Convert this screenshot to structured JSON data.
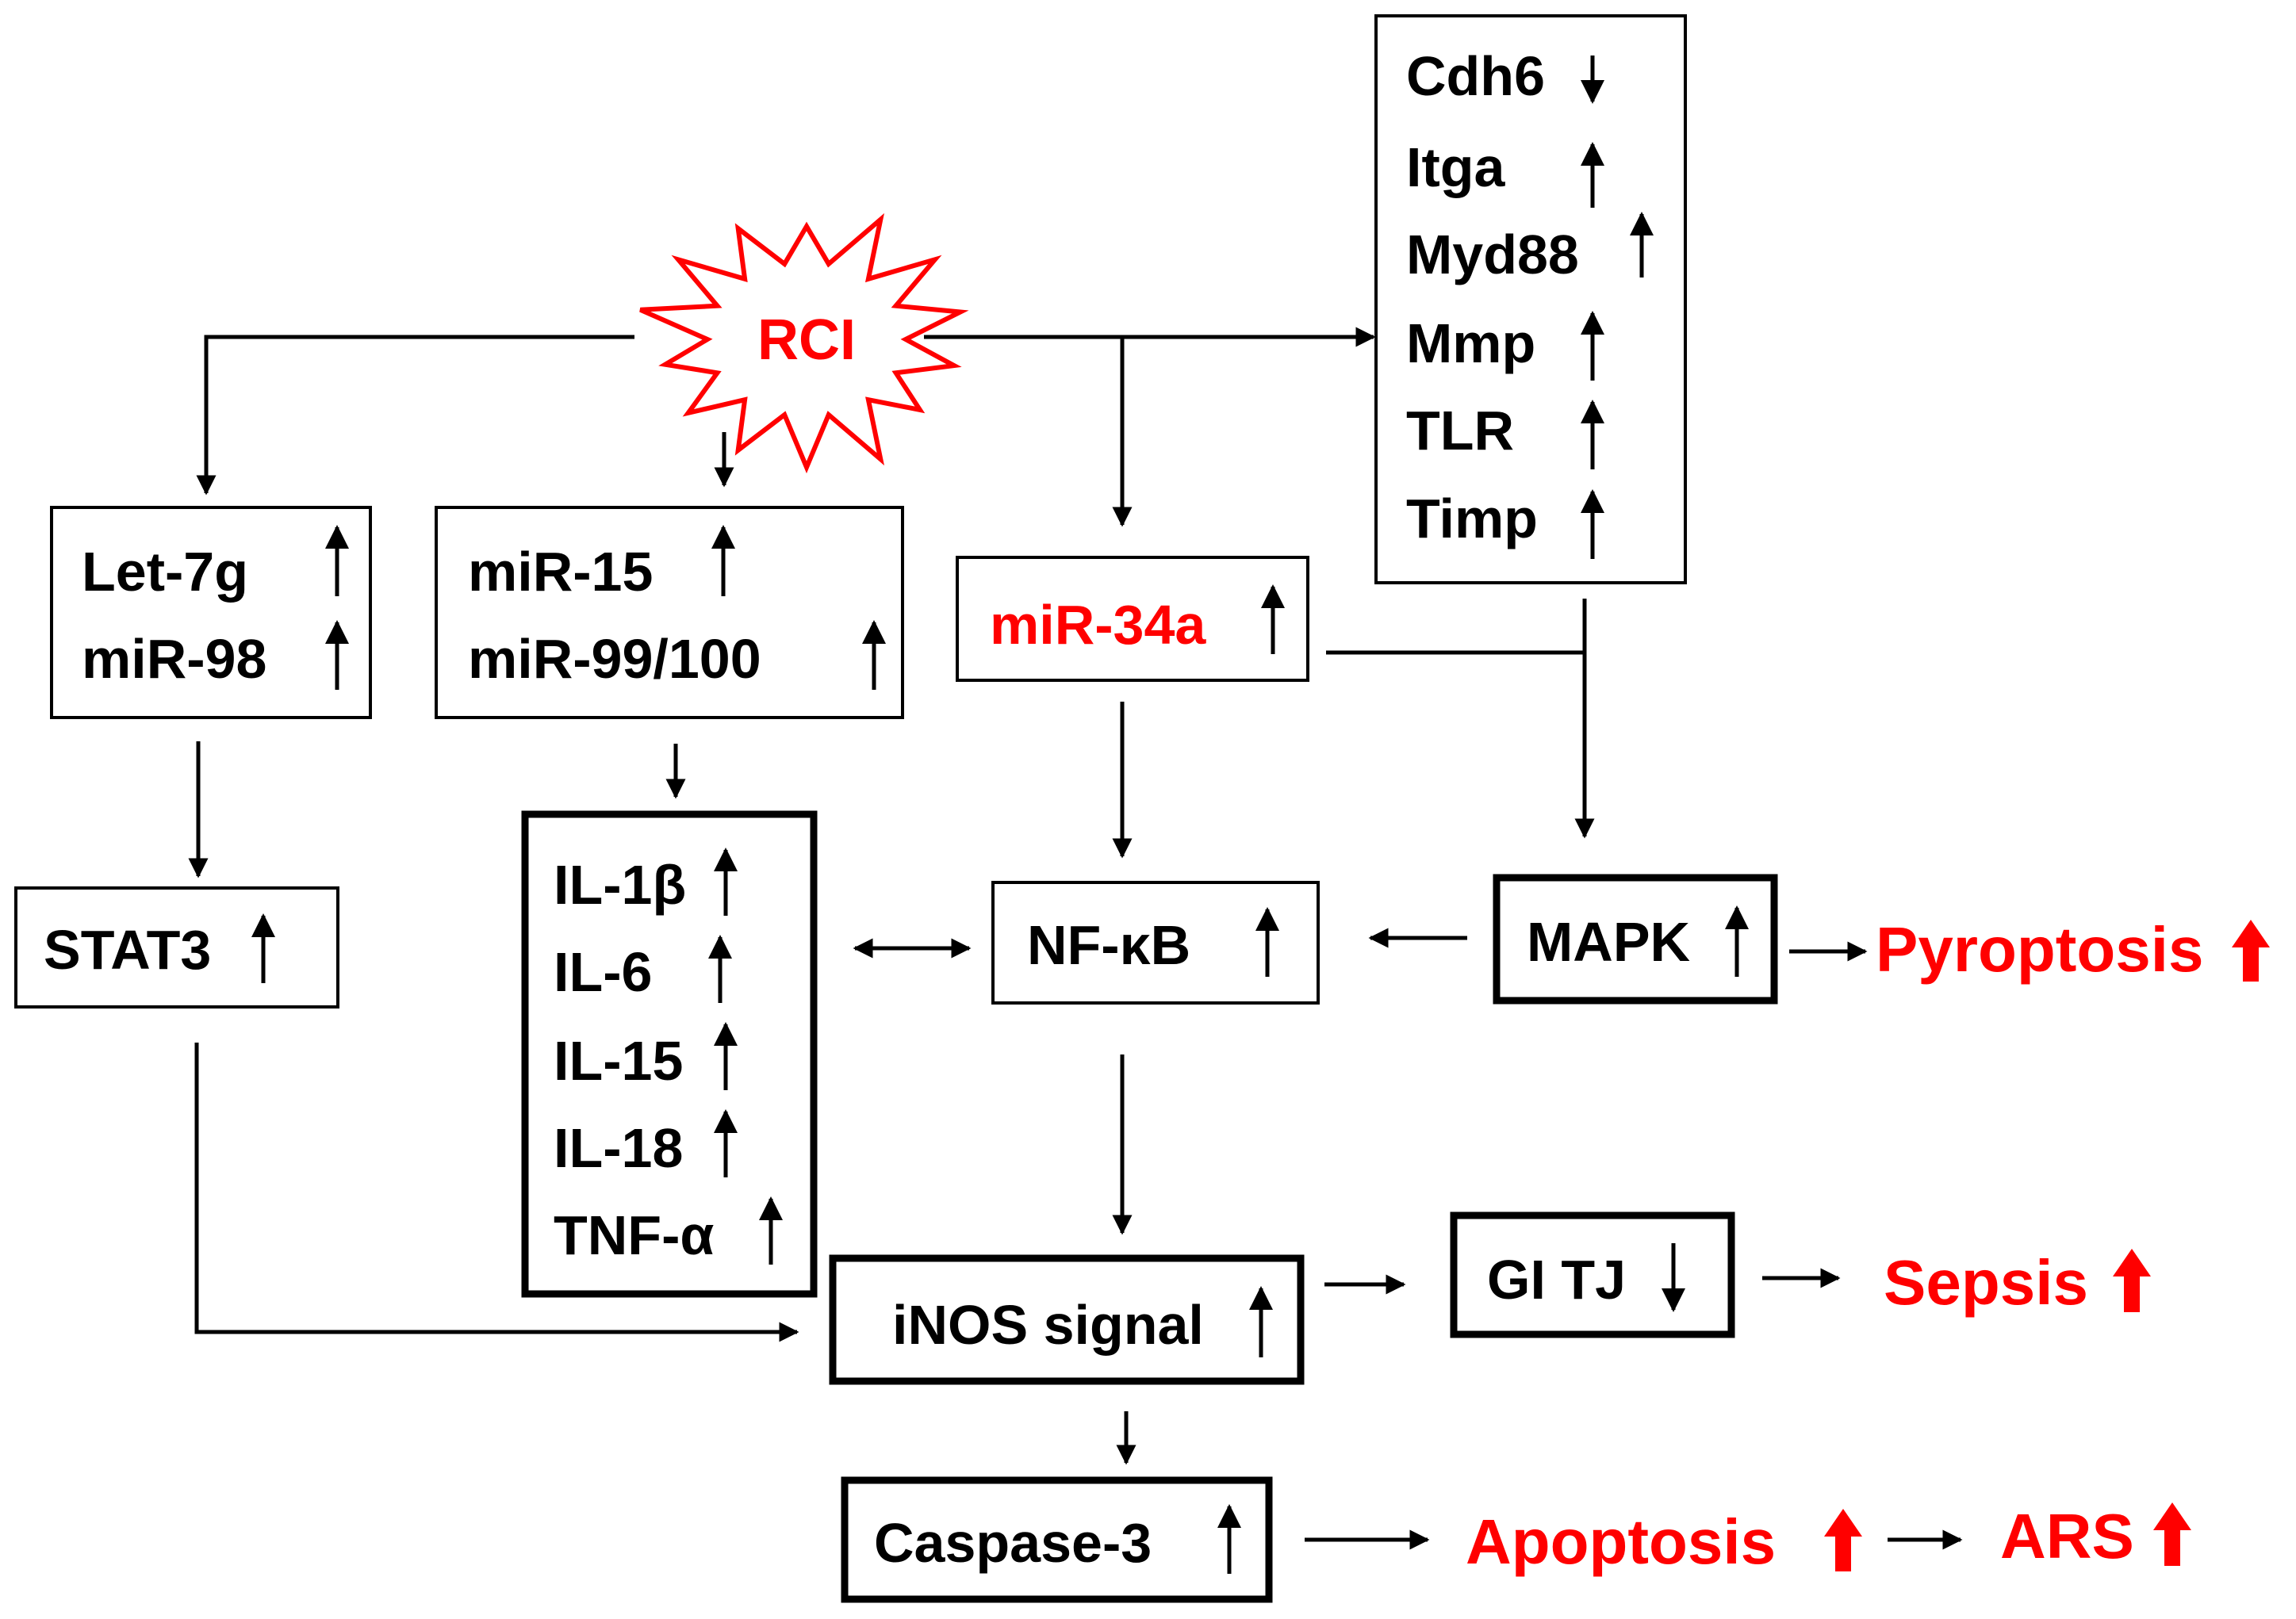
{
  "rci": "RCI",
  "right_genes": [
    "Cdh6",
    "Itga",
    "Myd88",
    "Mmp",
    "TLR",
    "Timp"
  ],
  "let7g_box": [
    "Let-7g",
    "miR-98"
  ],
  "mir15_box": [
    "miR-15",
    "miR-99/100"
  ],
  "mir34a": "miR-34a",
  "cytokines": [
    "IL-1β",
    "IL-6",
    "IL-15",
    "IL-18",
    "TNF-α"
  ],
  "stat3": "STAT3",
  "nfkb": "NF-κB",
  "mapk": "MAPK",
  "pyroptosis": "Pyroptosis",
  "inos": "iNOS signal",
  "gi_tj": "GI TJ",
  "sepsis": "Sepsis",
  "caspase3": "Caspase-3",
  "apoptosis": "Apoptosis",
  "ars": "ARS",
  "colors": {
    "emphasis": "#ff0000",
    "ink": "#000000"
  }
}
